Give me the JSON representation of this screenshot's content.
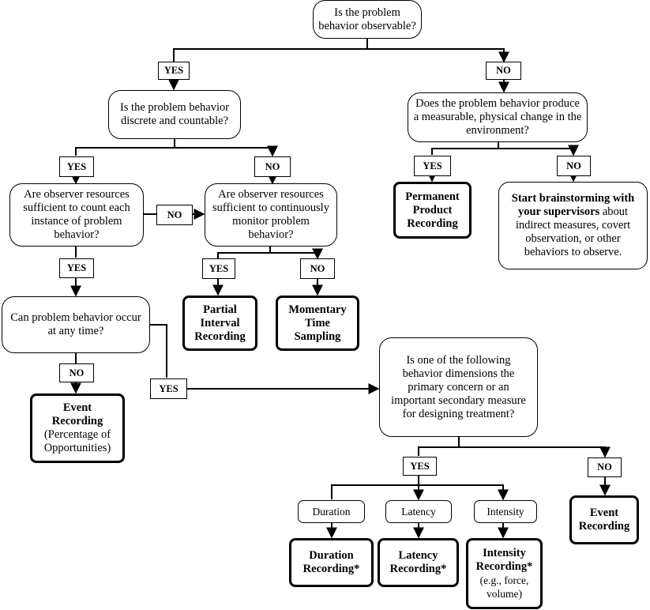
{
  "labels": {
    "yes": "YES",
    "no": "NO"
  },
  "q_observable": "Is the problem behavior observable?",
  "q_discrete": "Is the problem behavior discrete and countable?",
  "q_count": "Are observer resources sufficient to count each instance of problem behavior?",
  "q_monitor": "Are observer resources sufficient to continuously monitor problem behavior?",
  "q_anytime": "Can problem behavior occur at any time?",
  "q_physical": "Does the problem behavior produce a measurable, physical change in the environment?",
  "q_dimensions": "Is one of the following behavior dimensions the primary concern or an important secondary measure for designing treatment?",
  "r_permanent": "Permanent Product Recording",
  "r_brainstorm_bold": "Start brainstorming with your supervisors",
  "r_brainstorm_rest": " about indirect measures, covert observation, or other behaviors to observe.",
  "r_partial": "Partial Interval Recording",
  "r_momentary": "Momentary Time Sampling",
  "r_event_pct_bold": "Event Recording",
  "r_event_pct_rest": "(Percentage of Opportunities)",
  "r_event": "Event Recording",
  "d_duration": "Duration",
  "d_latency": "Latency",
  "d_intensity": "Intensity",
  "r_duration": "Duration Recording*",
  "r_latency": "Latency Recording*",
  "r_intensity_bold": "Intensity Recording*",
  "r_intensity_rest": "(e.g., force, volume)"
}
